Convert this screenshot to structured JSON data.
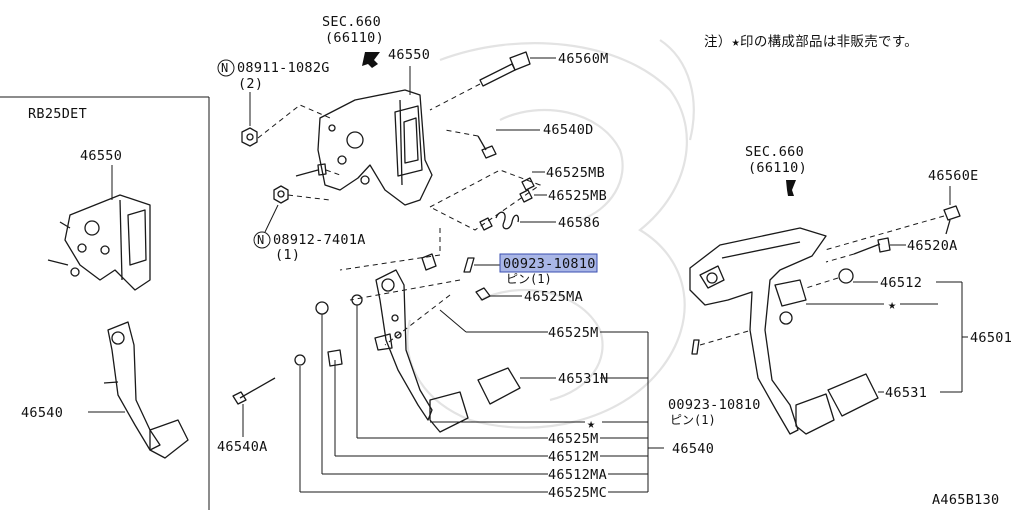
{
  "note": "注）★印の構成部品は非販売です。",
  "diagram_id": "A465B130",
  "engine_label": "RB25DET",
  "sec_top": {
    "line1": "SEC.660",
    "line2": "(66110)"
  },
  "sec_right": {
    "line1": "SEC.660",
    "line2": "(66110)"
  },
  "bolt_n1": {
    "code": "08911-1082G",
    "qty": "(2)",
    "prefix": "N"
  },
  "nut_n2": {
    "code": "08912-7401A",
    "qty": "(1)",
    "prefix": "N"
  },
  "pin_highlight": {
    "code": "00923-10810",
    "sub": "ピン(1)"
  },
  "pin_right": {
    "code": "00923-10810",
    "sub": "ピン(1)"
  },
  "star": "★",
  "labels": {
    "inset_bracket": "46550",
    "inset_pedal": "46540",
    "bracket": "46550",
    "p46560M": "46560M",
    "p46540D": "46540D",
    "p46525MB_1": "46525MB",
    "p46525MB_2": "46525MB",
    "p46586": "46586",
    "p46525MA": "46525MA",
    "p46525M_a": "46525M",
    "p46531N": "46531N",
    "p46525M_b": "46525M",
    "p46540": "46540",
    "p46512M": "46512M",
    "p46512MA": "46512MA",
    "p46525MC": "46525MC",
    "p46540A": "46540A",
    "p46560E": "46560E",
    "p46520A": "46520A",
    "p46512": "46512",
    "p46501": "46501",
    "p46531": "46531"
  },
  "colors": {
    "highlight_fill": "#a9b6e6",
    "highlight_stroke": "#3a4fb0",
    "ink": "#111111",
    "watermark": "#e3e3e3"
  }
}
